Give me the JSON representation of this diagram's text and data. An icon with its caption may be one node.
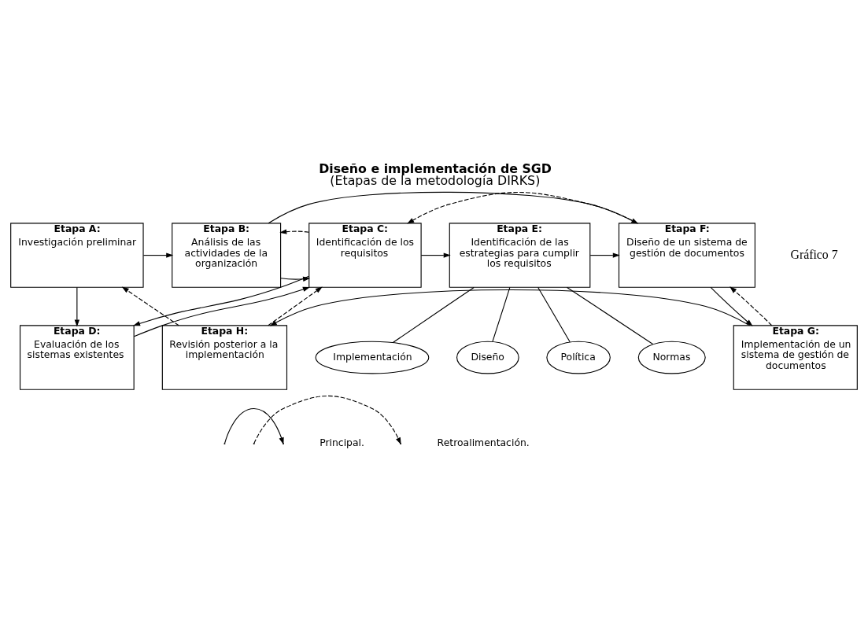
{
  "diagram": {
    "title": "Diseño e implementación de SGD",
    "caption": "(Etapas de la metodología DIRKS)",
    "nodes": [
      {
        "text": [
          "Etapa A:",
          "Investigación preliminar"
        ]
      },
      {
        "text": [
          "Etapa B:",
          "Análisis de las actividades de la organización"
        ]
      },
      {
        "text": [
          "Etapa C:",
          "Identificación de los requisitos"
        ]
      },
      {
        "text": [
          "Etapa E:",
          "Identificación de las estrategias para cumplir los requisitos"
        ]
      },
      {
        "text": [
          "Etapa F:",
          "Diseño de un sistema de gestión de documentos"
        ]
      },
      {
        "text": [
          "Política"
        ]
      },
      {
        "text": [
          "Normas"
        ]
      },
      {
        "text": [
          "Implementación"
        ]
      },
      {
        "text": [
          "Diseño"
        ]
      },
      {
        "text": [
          "Etapa D:",
          "Evaluación de los sistemas existentes"
        ]
      },
      {
        "text": [
          "Etapa H:",
          "Revisión posterior a la implementación"
        ]
      },
      {
        "text": [
          "Etapa G:",
          "Implementación de un sistema de gestión de documentos"
        ]
      }
    ],
    "edges": [
      {
        "from": 0,
        "to": 1,
        "arrow": "to"
      },
      {
        "from": 1,
        "to": 2,
        "arrow": "to"
      },
      {
        "from": 2,
        "to": 1,
        "arrow": "to",
        "style": "dashed"
      },
      {
        "from": 2,
        "to": 3,
        "arrow": "to"
      },
      {
        "from": 3,
        "to": 4,
        "arrow": "to"
      },
      {
        "from": 1,
        "to": 4,
        "arrow": "to"
      },
      {
        "from": 3,
        "to": 5,
        "arrow": "none"
      },
      {
        "from": 3,
        "to": 6,
        "arrow": "none"
      },
      {
        "from": 3,
        "to": 7,
        "arrow": "none"
      },
      {
        "from": 3,
        "to": 8,
        "arrow": "none"
      },
      {
        "from": 0,
        "to": 9,
        "arrow": "to"
      },
      {
        "from": 9,
        "to": 2,
        "arrow": "to"
      },
      {
        "from": 2,
        "to": 9,
        "arrow": "to"
      },
      {
        "from": 4,
        "to": 2,
        "arrow": "to",
        "style": "dashed"
      },
      {
        "from": 4,
        "to": 11,
        "arrow": "to"
      },
      {
        "from": 11,
        "to": 4,
        "arrow": "to",
        "style": "dashed"
      },
      {
        "from": 11,
        "to": 10,
        "arrow": "to"
      },
      {
        "from": 10,
        "to": 2,
        "arrow": "to",
        "style": "dashed"
      },
      {
        "from": 10,
        "to": 0,
        "arrow": "to",
        "style": "dashed"
      }
    ],
    "labels": [
      "Gráfico 7"
    ],
    "legend": [
      {
        "text": "Principal."
      },
      {
        "text": "Retroalimentación."
      }
    ]
  }
}
